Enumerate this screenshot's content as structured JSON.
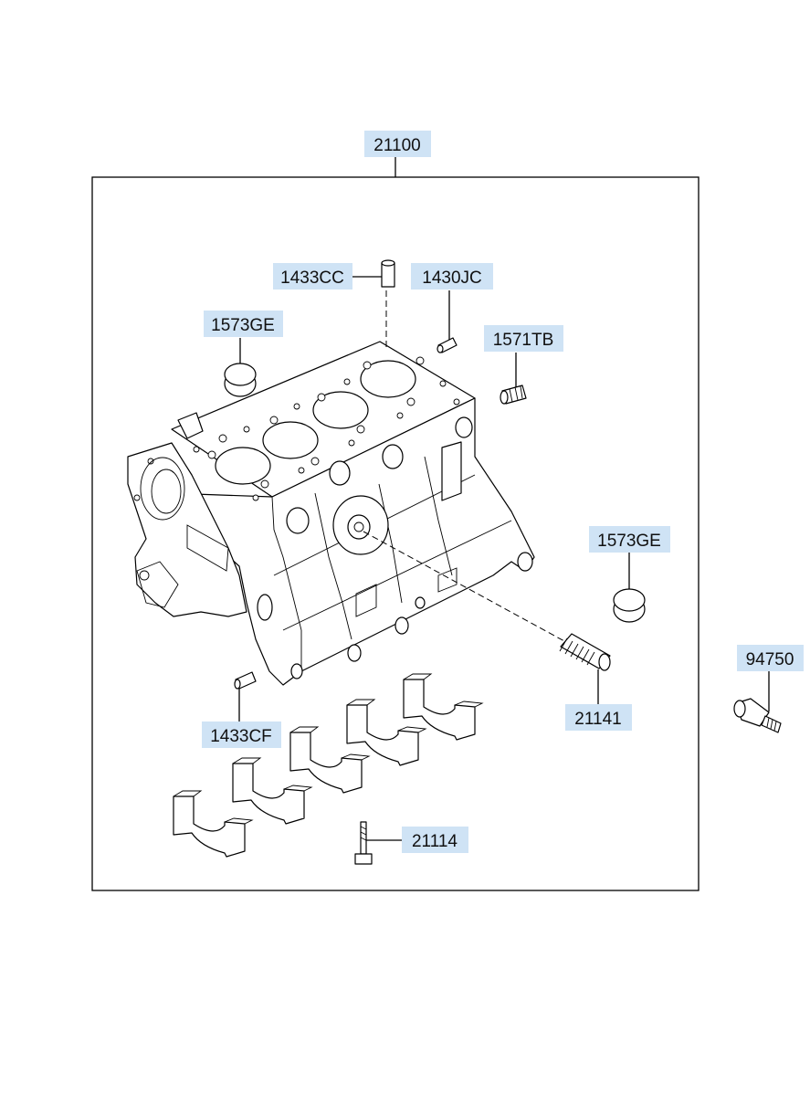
{
  "callouts": {
    "assembly": "21100",
    "dowel_top": "1433CC",
    "pin_top": "1430JC",
    "seal_left": "1573GE",
    "plug_top": "1571TB",
    "seal_right": "1573GE",
    "stud": "21141",
    "dowel_bottom": "1433CF",
    "bolt": "21114",
    "sensor": "94750"
  },
  "colors": {
    "label_background": "#cfe3f5",
    "line": "#000000"
  },
  "icons": [
    "engine-block-illustration",
    "main-bearing-cap-illustration"
  ]
}
